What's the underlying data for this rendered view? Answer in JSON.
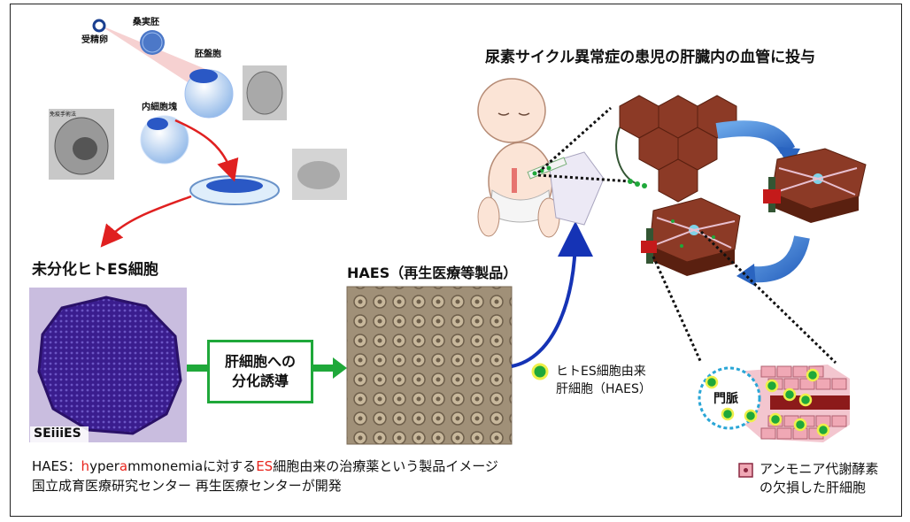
{
  "early_stages": {
    "fertilized_egg": "受精卵",
    "morula": "桑実胚",
    "blastocyst": "胚盤胞",
    "inner_cell_mass": "内細胞塊",
    "micro_label": "免疫手術法"
  },
  "undiff_title": "未分化ヒトES細胞",
  "seiies_logo": "SEiiiES",
  "induction_line1": "肝細胞への",
  "induction_line2": "分化誘導",
  "haes_title": "HAES（再生医療等製品）",
  "main_title": "尿素サイクル異常症の患児の肝臓内の血管に投与",
  "legend_green_line1": "ヒトES細胞由来",
  "legend_green_line2": "肝細胞（HAES）",
  "portal_vein": "門脈",
  "legend_pink_line1": "アンモニア代謝酵素",
  "legend_pink_line2": "の欠損した肝細胞",
  "caption": {
    "line1_prefix": "HAES：",
    "h": "h",
    "yper": "yper",
    "a": "a",
    "mmonemia": "mmonemia",
    "mid": "に対する",
    "es": "ES",
    "tail": "細胞由来の治療薬という製品イメージ",
    "line2": "国立成育医療研究センター 再生医療センターが開発"
  },
  "colors": {
    "green": "#1fa83a",
    "red": "#e02020",
    "blue": "#1533b5",
    "accent_red": "#e8231b"
  }
}
